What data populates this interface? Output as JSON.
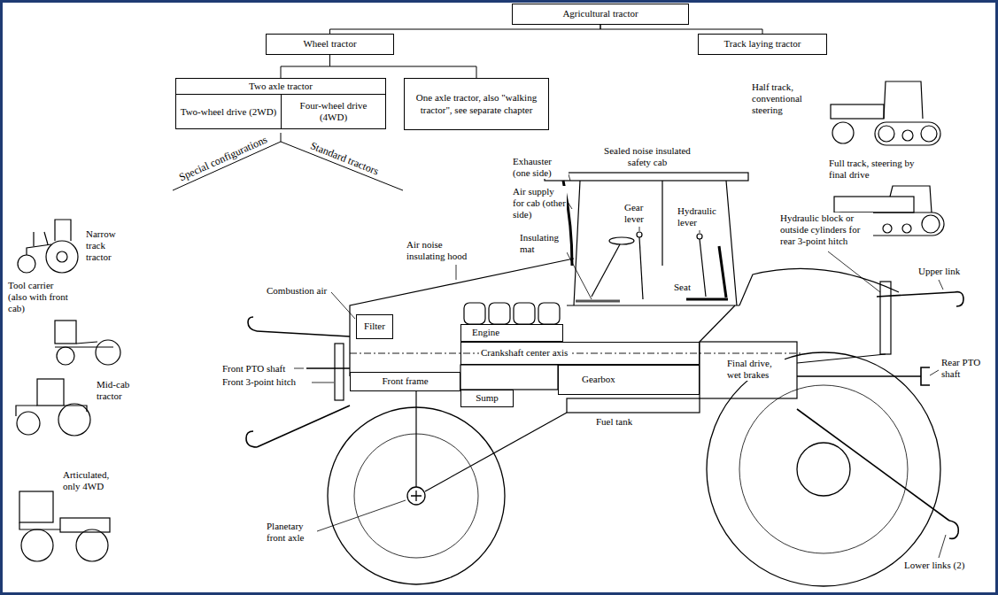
{
  "diagram": {
    "nodes": [
      {
        "text": [
          "Agricultural tractor"
        ]
      },
      {
        "text": [
          "Wheel tractor"
        ]
      },
      {
        "text": [
          "Track laying tractor"
        ]
      },
      {
        "text": [
          "Two axle tractor"
        ]
      },
      {
        "text": [
          "Two-wheel drive (2WD)"
        ],
        "in": 3
      },
      {
        "text": [
          "Four-wheel drive (4WD)"
        ],
        "in": 3
      },
      {
        "text": [
          "One axle tractor, also \"walking tractor\", see separate chapter"
        ]
      },
      {
        "text": [
          "Filter"
        ]
      },
      {
        "text": [
          "Engine"
        ]
      },
      {
        "text": [
          "Crankshaft center axis"
        ]
      },
      {
        "text": [
          "Front frame"
        ]
      },
      {
        "text": [
          "Sump"
        ]
      },
      {
        "text": [
          "Gearbox"
        ]
      }
    ],
    "edges": [
      {
        "from": 0,
        "to": 1,
        "arrow": "none"
      },
      {
        "from": 0,
        "to": 2,
        "arrow": "none"
      },
      {
        "from": 1,
        "to": 3,
        "arrow": "none"
      },
      {
        "from": 1,
        "to": 6,
        "arrow": "none"
      }
    ],
    "labels": [
      "Special configurations",
      "Standard tractors",
      "Half track, conventional steering",
      "Full track, steering by final drive",
      "Narrow track tractor",
      "Tool carrier (also with front cab)",
      "Mid-cab tractor",
      "Articulated, only 4WD",
      "Exhauster (one side)",
      "Sealed noise insulated safety cab",
      "Air supply for cab (other side)",
      "Gear lever",
      "Hydraulic lever",
      "Insulating mat",
      "Hydraulic block or outside cylinders for rear 3-point hitch",
      "Upper link",
      "Air noise insulating hood",
      "Combustion air",
      "Seat",
      "Front PTO shaft",
      "Front 3-point hitch",
      "Final drive, wet brakes",
      "Rear PTO shaft",
      "Fuel tank",
      "Planetary front axle",
      "Lower links (2)"
    ]
  }
}
